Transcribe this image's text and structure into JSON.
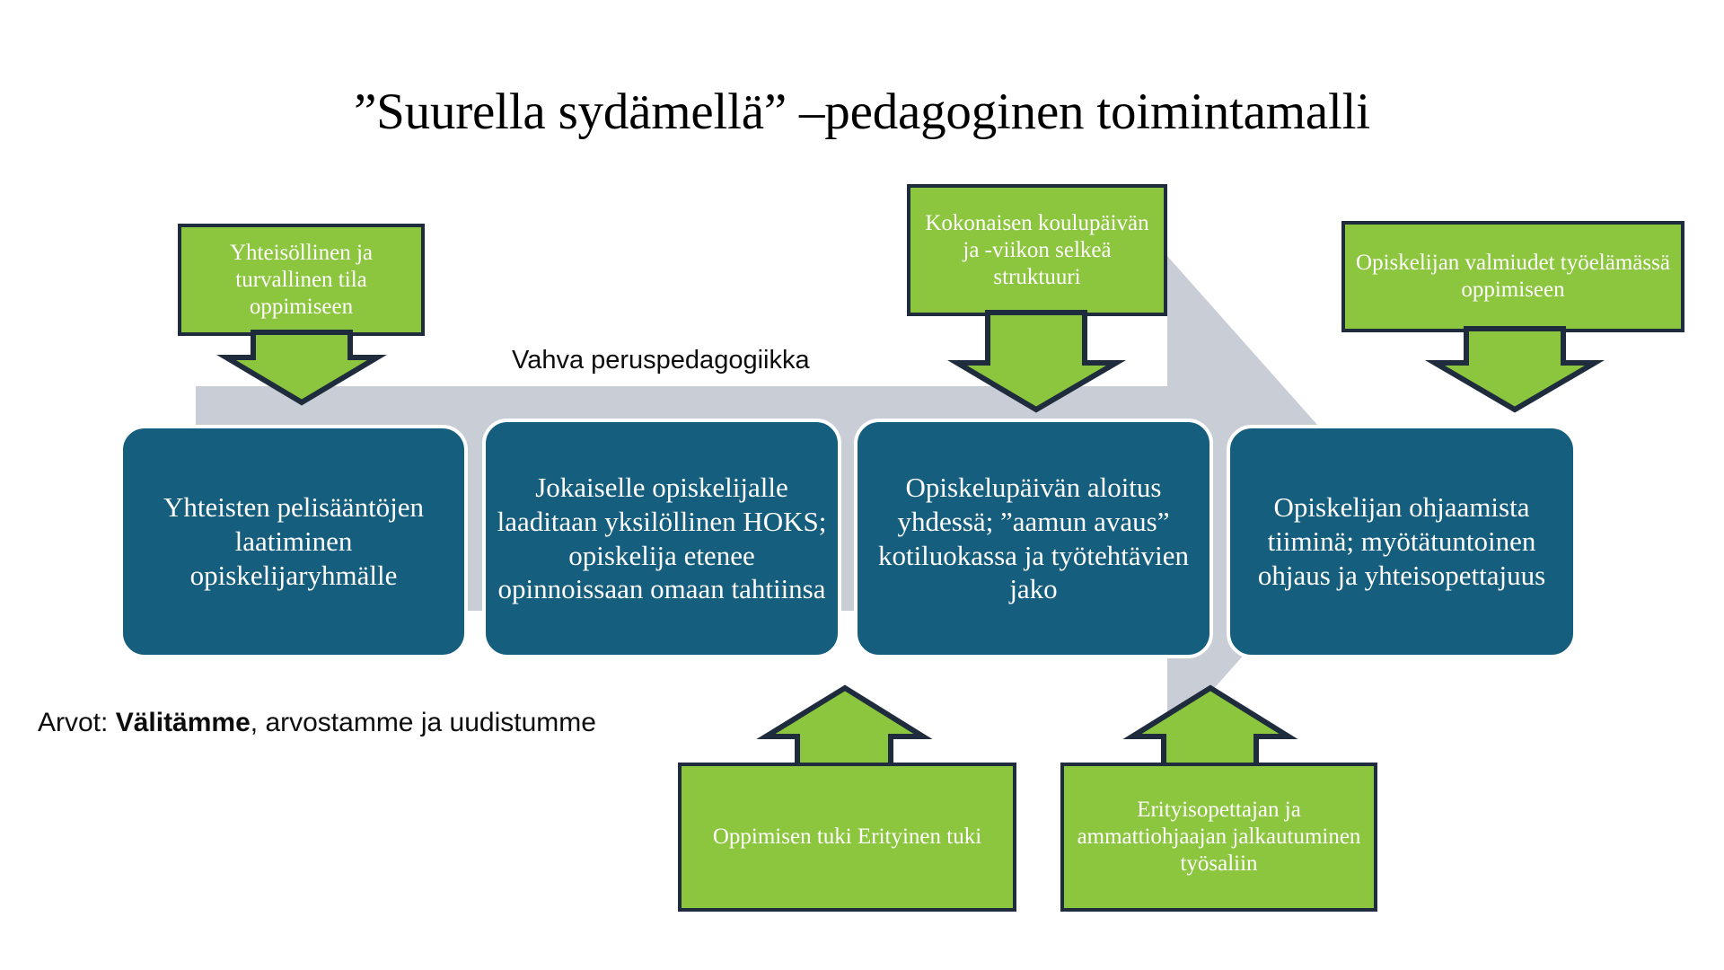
{
  "title": "”Suurella sydämellä” –pedagoginen toimintamalli",
  "colors": {
    "green_fill": "#8CC63E",
    "green_border": "#1F2C3E",
    "blue_fill": "#155E7D",
    "grey_band": "#C9CED6",
    "text_on_fill": "#FFFFFF",
    "text_dark": "#0D0D0D",
    "page_background": "#FFFFFF"
  },
  "captions": {
    "band_label": "Vahva peruspedagogiikka",
    "values_prefix": "Arvot: ",
    "values_bold": "Välitämme",
    "values_suffix": ", arvostamme ja uudistumme"
  },
  "top_inputs": [
    {
      "id": "yhteisollinen",
      "text": "Yhteisöllinen ja turvallinen tila oppimiseen"
    },
    {
      "id": "struktuuri",
      "text": "Kokonaisen koulupäivän ja -viikon selkeä struktuuri"
    },
    {
      "id": "tyoelama",
      "text": "Opiskelijan valmiudet työelämässä oppimiseen"
    }
  ],
  "process_steps": [
    {
      "id": "pelisaannot",
      "text": "Yhteisten pelisääntöjen laatiminen opiskelijaryhmälle"
    },
    {
      "id": "hoks",
      "text": "Jokaiselle opiskelijalle laaditaan yksilöllinen HOKS; opiskelija etenee opinnoissaan omaan tahtiinsa"
    },
    {
      "id": "aamun-avaus",
      "text": "Opiskelupäivän aloitus yhdessä; ”aamun avaus” kotiluokassa ja työtehtävien jako"
    },
    {
      "id": "ohjaaminen",
      "text": "Opiskelijan ohjaamista tiiminä; myötätuntoinen ohjaus ja yhteisopettajuus"
    }
  ],
  "bottom_inputs": [
    {
      "id": "oppimisen-tuki",
      "text": "Oppimisen tuki Erityinen tuki"
    },
    {
      "id": "jalkautuminen",
      "text": "Erityisopettajan ja ammattiohjaajan jalkautuminen työsaliin"
    }
  ],
  "icons": {
    "arrow_down": "arrow-down-icon",
    "arrow_up": "arrow-up-icon",
    "chevron_band": "chevron-right-band-icon"
  }
}
